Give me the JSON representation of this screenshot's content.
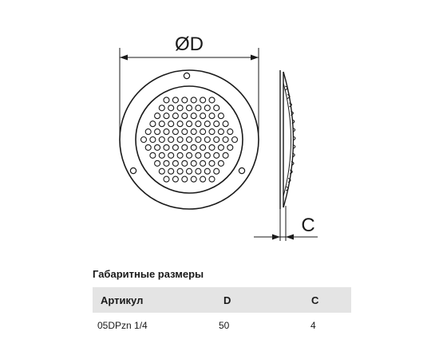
{
  "drawing": {
    "dimension_d_label": "ØD",
    "dimension_c_label": "C"
  },
  "specs": {
    "title": "Габаритные размеры",
    "columns": [
      "Артикул",
      "D",
      "C"
    ],
    "rows": [
      [
        "05DPzn 1/4",
        "50",
        "4"
      ]
    ]
  }
}
